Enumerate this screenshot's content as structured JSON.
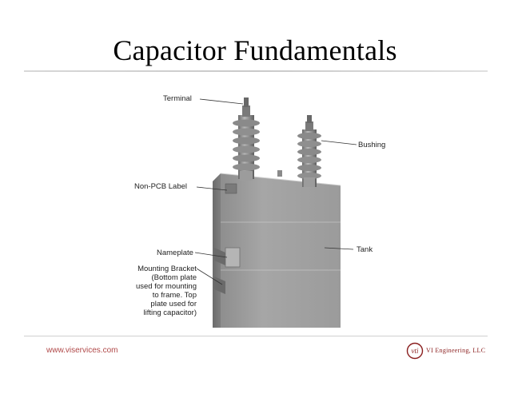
{
  "slide": {
    "title": "Capacitor Fundamentals",
    "footer_url": "www.viservices.com",
    "company_name": "VI Engineering, LLC",
    "logo_text": "vti"
  },
  "labels": {
    "terminal": "Terminal",
    "bushing": "Bushing",
    "non_pcb_label": "Non-PCB Label",
    "tank": "Tank",
    "nameplate": "Nameplate",
    "mounting_bracket": [
      "Mounting Bracket",
      "(Bottom plate",
      "used for mounting",
      "to frame. Top",
      "plate used for",
      "lifting capacitor)"
    ]
  },
  "colors": {
    "footer_url": "#b04848",
    "company": "#8a1e1e",
    "tank": "#9a9a9a"
  }
}
